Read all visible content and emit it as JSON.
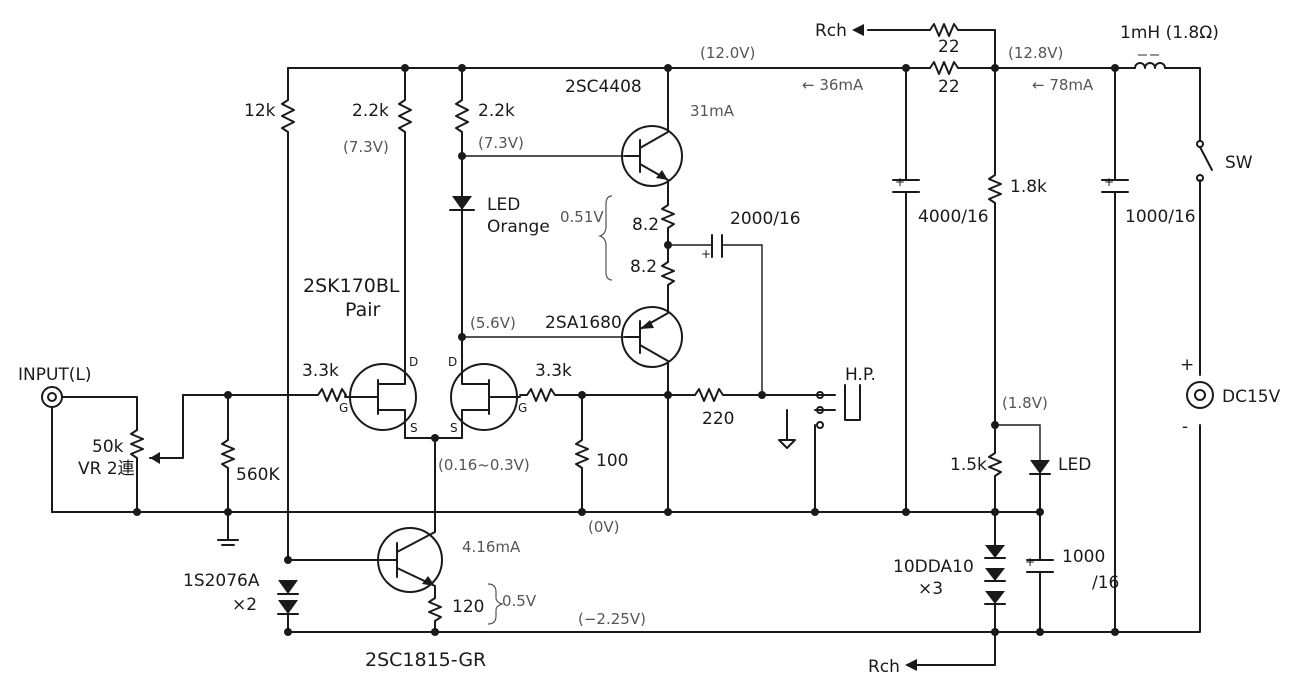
{
  "labels": {
    "rch_top": "Rch",
    "rch_bottom": "Rch",
    "r22_top": "22",
    "r22_bottom": "22",
    "inductor": "1mH (1.8Ω)",
    "v12": "(12.0V)",
    "v128": "(12.8V)",
    "i36": "← 36mA",
    "i78": "← 78mA",
    "q_2sc4408": "2SC4408",
    "i31": "31mA",
    "r12k": "12k",
    "r22k_a": "2.2k",
    "r22k_b": "2.2k",
    "v73_a": "(7.3V)",
    "v73_b": "(7.3V)",
    "led_orange_1": "LED",
    "led_orange_2": "Orange",
    "v051": "0.51V",
    "r82_a": "8.2",
    "r82_b": "8.2",
    "c2000": "2000/16",
    "c4000": "4000/16",
    "r18k": "1.8k",
    "c1000_top": "1000/16",
    "sw": "SW",
    "jfet_1": "2SK170BL",
    "jfet_2": "Pair",
    "v56": "(5.6V)",
    "q_2sa1680": "2SA1680",
    "input": "INPUT(L)",
    "r33k_a": "3.3k",
    "r33k_b": "3.3k",
    "hp": "H.P.",
    "dc15v": "DC15V",
    "plus": "+",
    "minus": "-",
    "r220": "220",
    "vr_1": "50k",
    "vr_2": "VR 2連",
    "r560k": "560K",
    "vs": "(0.16~0.3V)",
    "r100": "100",
    "v18": "(1.8V)",
    "r15k": "1.5k",
    "led_right": "LED",
    "v0": "(0V)",
    "i416": "4.16mA",
    "diode_1": "1S2076A",
    "diode_2": "×2",
    "r120": "120",
    "v05": "0.5V",
    "ddiode_1": "10DDA10",
    "ddiode_2": "×3",
    "c1000_bot_1": "1000",
    "c1000_bot_2": "/16",
    "vm225": "(−2.25V)",
    "q_2sc1815": "2SC1815-GR",
    "pin_d1": "D",
    "pin_d2": "D",
    "pin_g1": "G",
    "pin_g2": "G",
    "pin_s1": "S",
    "pin_s2": "S"
  }
}
